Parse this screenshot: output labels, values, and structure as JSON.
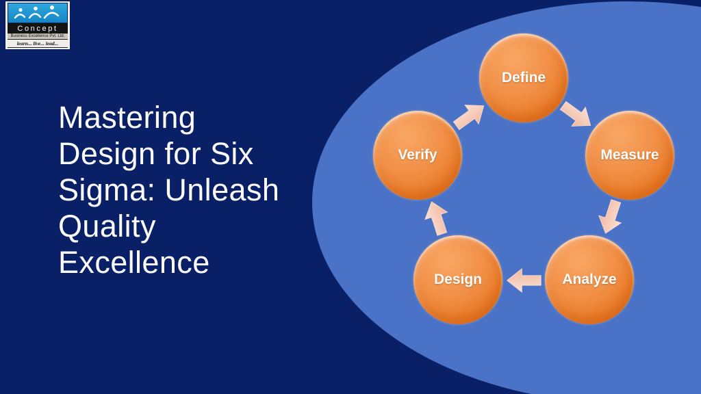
{
  "slide": {
    "background_color": "#0a2066",
    "panel_color": "#4a72c6",
    "title_lines": [
      "Mastering",
      "Design for Six",
      "Sigma: Unleash",
      "Quality",
      "Excellence"
    ]
  },
  "logo": {
    "name": "Concept",
    "subtitle": "Business Excellence Pvt. Ltd.",
    "tagline": "learn... live... lead..."
  },
  "diagram": {
    "type": "cycle",
    "flow": "Define → Measure → Analyze → Design → Verify → Define",
    "step_color": "#ee8333",
    "arrow_color": "#f5c6b2",
    "label_color": "#ffffff",
    "steps": [
      {
        "label": "Define"
      },
      {
        "label": "Measure"
      },
      {
        "label": "Analyze"
      },
      {
        "label": "Design"
      },
      {
        "label": "Verify"
      }
    ]
  }
}
